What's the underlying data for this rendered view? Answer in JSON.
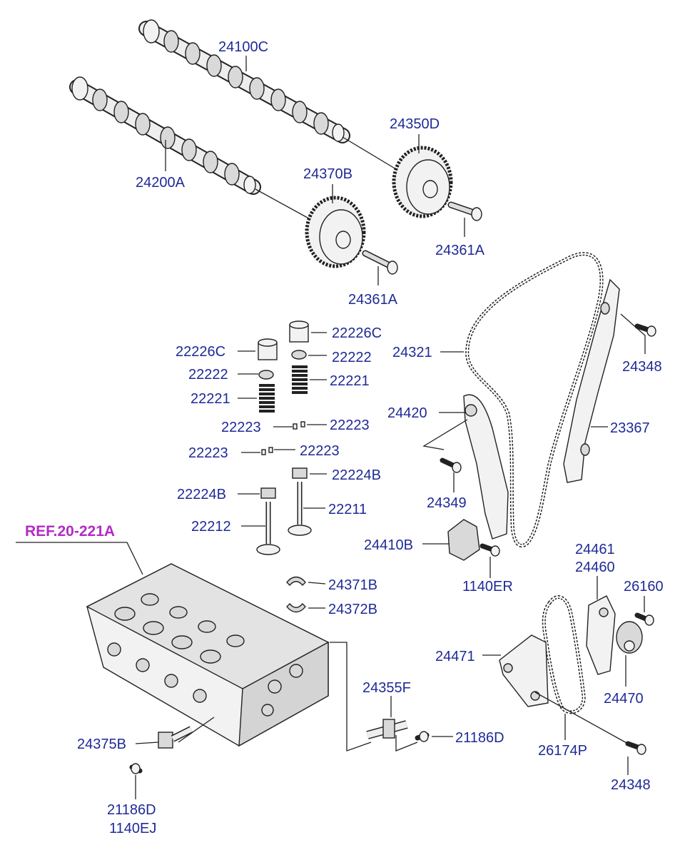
{
  "labels": {
    "l24100C": "24100C",
    "l24200A": "24200A",
    "l24350D": "24350D",
    "l24370B": "24370B",
    "l24361A_a": "24361A",
    "l24361A_b": "24361A",
    "l22226C_a": "22226C",
    "l22226C_b": "22226C",
    "l22222_a": "22222",
    "l22222_b": "22222",
    "l22221_a": "22221",
    "l22221_b": "22221",
    "l22223_a": "22223",
    "l22223_b": "22223",
    "l22223_c": "22223",
    "l22223_d": "22223",
    "l22224B_a": "22224B",
    "l22224B_b": "22224B",
    "l22212": "22212",
    "l22211": "22211",
    "l24321": "24321",
    "l24348_a": "24348",
    "l24420": "24420",
    "l23367": "23367",
    "l24349": "24349",
    "l24410B": "24410B",
    "l1140ER": "1140ER",
    "l24371B": "24371B",
    "l24372B": "24372B",
    "l24461": "24461",
    "l24460": "24460",
    "l26160": "26160",
    "l24471": "24471",
    "l24470": "24470",
    "l24355F": "24355F",
    "l21186D_a": "21186D",
    "l24375B": "24375B",
    "l26174P": "26174P",
    "l24348_b": "24348",
    "l21186D_b": "21186D",
    "l1140EJ": "1140EJ"
  },
  "reference": "REF.20-221A"
}
